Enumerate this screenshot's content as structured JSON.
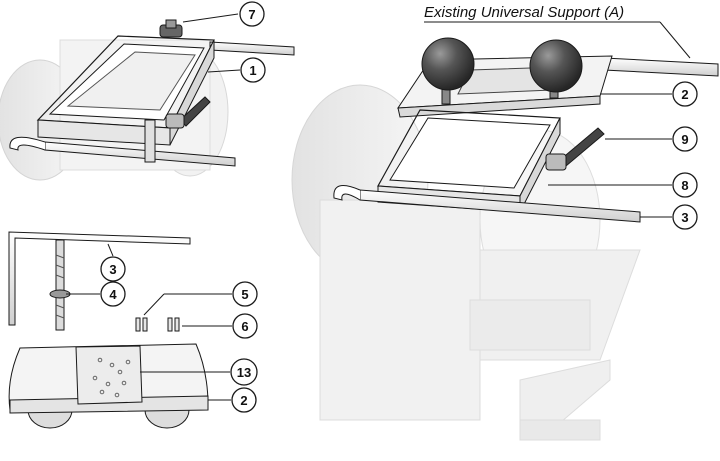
{
  "title_label": "Existing Universal Support (A)",
  "callouts": {
    "c7": "7",
    "c1": "1",
    "c2_top": "2",
    "c9": "9",
    "c8": "8",
    "c3_right": "3",
    "c3_left": "3",
    "c4": "4",
    "c5": "5",
    "c6": "6",
    "c13": "13",
    "c2_bottom": "2"
  },
  "colors": {
    "line": "#1a1a1a",
    "part_fill": "#e9e9e9",
    "ghost_fill": "#eeeeee",
    "ghost_stroke": "#cfcfcf",
    "ball": "#4a4a4a"
  }
}
